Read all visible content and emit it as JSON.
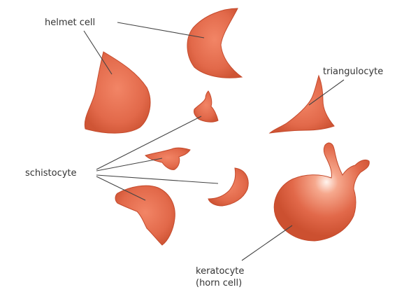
{
  "labels": {
    "helmet_cell": "helmet cell",
    "triangulocyte": "triangulocyte",
    "schistocyte": "schistocyte",
    "keratocyte_line1": "keratocyte",
    "keratocyte_line2": "(horn cell)"
  },
  "colors": {
    "cell_fill": "#e2694a",
    "cell_edge": "#c44a2c",
    "cell_highlight": "#ffe6da",
    "leader_line": "#444444",
    "label_text": "#333333"
  }
}
